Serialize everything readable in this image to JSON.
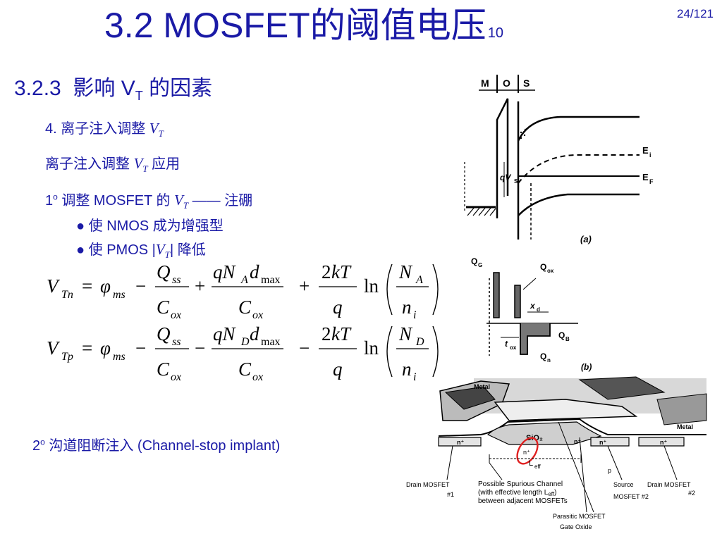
{
  "header": {
    "title_main": "3.2  MOSFET的阈值电压",
    "title_sub": "10",
    "page": "24/121"
  },
  "section": {
    "number": "3.2.3",
    "text_pre": "影响 V",
    "text_sub": "T",
    "text_post": " 的因素"
  },
  "content": {
    "item4_pre": "4. 离子注入调整 ",
    "item4_var": "V",
    "item4_sub": "T",
    "apply_pre": "离子注入调整 ",
    "apply_var": "V",
    "apply_sub": "T",
    "apply_post": " 应用",
    "p1_num": "1",
    "p1_sup": "o",
    "p1_pre": "  调整 MOSFET 的 ",
    "p1_var": "V",
    "p1_sub": "T",
    "p1_post": " —— 注硼",
    "b1": "使 NMOS 成为增强型",
    "b2_pre": "使 PMOS |",
    "b2_var": "V",
    "b2_sub": "T",
    "b2_post": "| 降低",
    "bullet": "●",
    "p2_num": "2",
    "p2_sup": "o",
    "p2_text": "  沟道阻断注入 (Channel-stop implant)"
  },
  "figure_a": {
    "labels": [
      "M",
      "O",
      "S",
      "E",
      "i",
      "E",
      "F",
      "qV",
      "S",
      "(a)"
    ]
  },
  "figure_b": {
    "labels": [
      "Q",
      "G",
      "Q",
      "ox",
      "x",
      "d",
      "t",
      "ox",
      "Q",
      "B",
      "Q",
      "n",
      "(b)"
    ]
  },
  "figure_c": {
    "labels": [
      "Metal",
      "Metal",
      "n⁺",
      "n⁺",
      "n⁺",
      "n⁺",
      "SiO₂",
      "L",
      "eff",
      "Possible  Spurious  Channel",
      "(with  effective  length  L",
      "eff",
      ")",
      "between adjacent MOSFETs",
      "Drain  MOSFET",
      "#1",
      "Source",
      "MOSFET #2",
      "Drain  MOSFET",
      "#2",
      "Parasitic  MOSFET",
      "Gate  Oxide",
      "p"
    ]
  }
}
